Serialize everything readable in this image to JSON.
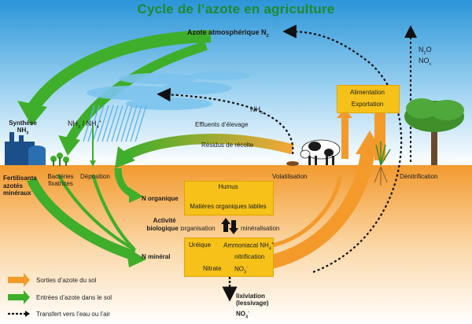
{
  "title": "Cycle de l’azote en agriculture",
  "labels": {
    "atmospheric": "Azote atmosphérique N",
    "atmospheric_sub": "2",
    "n2o": "N",
    "n2o_sub": "2",
    "n2o_tail": "O",
    "nox": "NO",
    "nox_sub": "x",
    "nh3_top": "NH",
    "nh3_top_sub": "3",
    "synthese": "Synthèse",
    "synthese_nh3": "NH",
    "synthese_nh3_sub": "3",
    "nh3_nh4": "NH",
    "nh3_nh4_sub1": "3",
    "nh3_nh4_mid": " / NH",
    "nh3_nh4_sub2": "4",
    "nh3_nh4_sup": "+",
    "effluents": "Effluents d’élevage",
    "residus": "Résidus de récolte",
    "alimentation": "Alimentation",
    "exportation": "Exportation",
    "fertilisants": "Fertilisants azotés minéraux",
    "bacteries": "Bactéries fixatrices",
    "deposition": "Déposition",
    "volatilisation": "Volatilisation",
    "denitrification": "Dénitrification",
    "n_organique": "N organique",
    "humus": "Humus",
    "matieres": "Matières organiques labiles",
    "activite": "Activité biologique :",
    "organisation": "organisation",
    "mineralisation": "minéralisation",
    "n_mineral": "N minéral",
    "ureique": "Uréique",
    "ammoniacal": "Ammoniacal NH",
    "ammoniacal_sub": "4",
    "ammoniacal_sup": "+",
    "nitrification": "nitrification",
    "nitrate": "Nitrate",
    "no3": "NO",
    "no3_sub": "3",
    "no3_sup": "-",
    "lixiviation": "lixiviation (lessivage)",
    "lix_no3": "NO",
    "lix_no3_sub": "3",
    "lix_no3_sup": "-"
  },
  "legend": [
    {
      "label": "Sorties d’azote du sol",
      "color": "#f39a2b",
      "style": "orange-arrow"
    },
    {
      "label": "Entrées d’azote dans le sol",
      "color": "#3fae2a",
      "style": "green-arrow"
    },
    {
      "label": "Transfert vers l’eau ou l’air",
      "color": "#111111",
      "style": "dotted-arrow"
    }
  ],
  "colors": {
    "sky_top": "#1e8fd6",
    "sky_bottom": "#ffffff",
    "soil_top": "#f4a640",
    "soil_bottom": "#ffffff",
    "green_arrow": "#3fae2a",
    "orange_arrow": "#f39a2b",
    "box_yellow": "#f6c21a",
    "title_green": "#1f8a2e"
  },
  "icons": [
    "factory-icon",
    "cloud-icon",
    "rain-icon",
    "cow-icon",
    "tree-icon",
    "plant-icon",
    "root-icon"
  ]
}
